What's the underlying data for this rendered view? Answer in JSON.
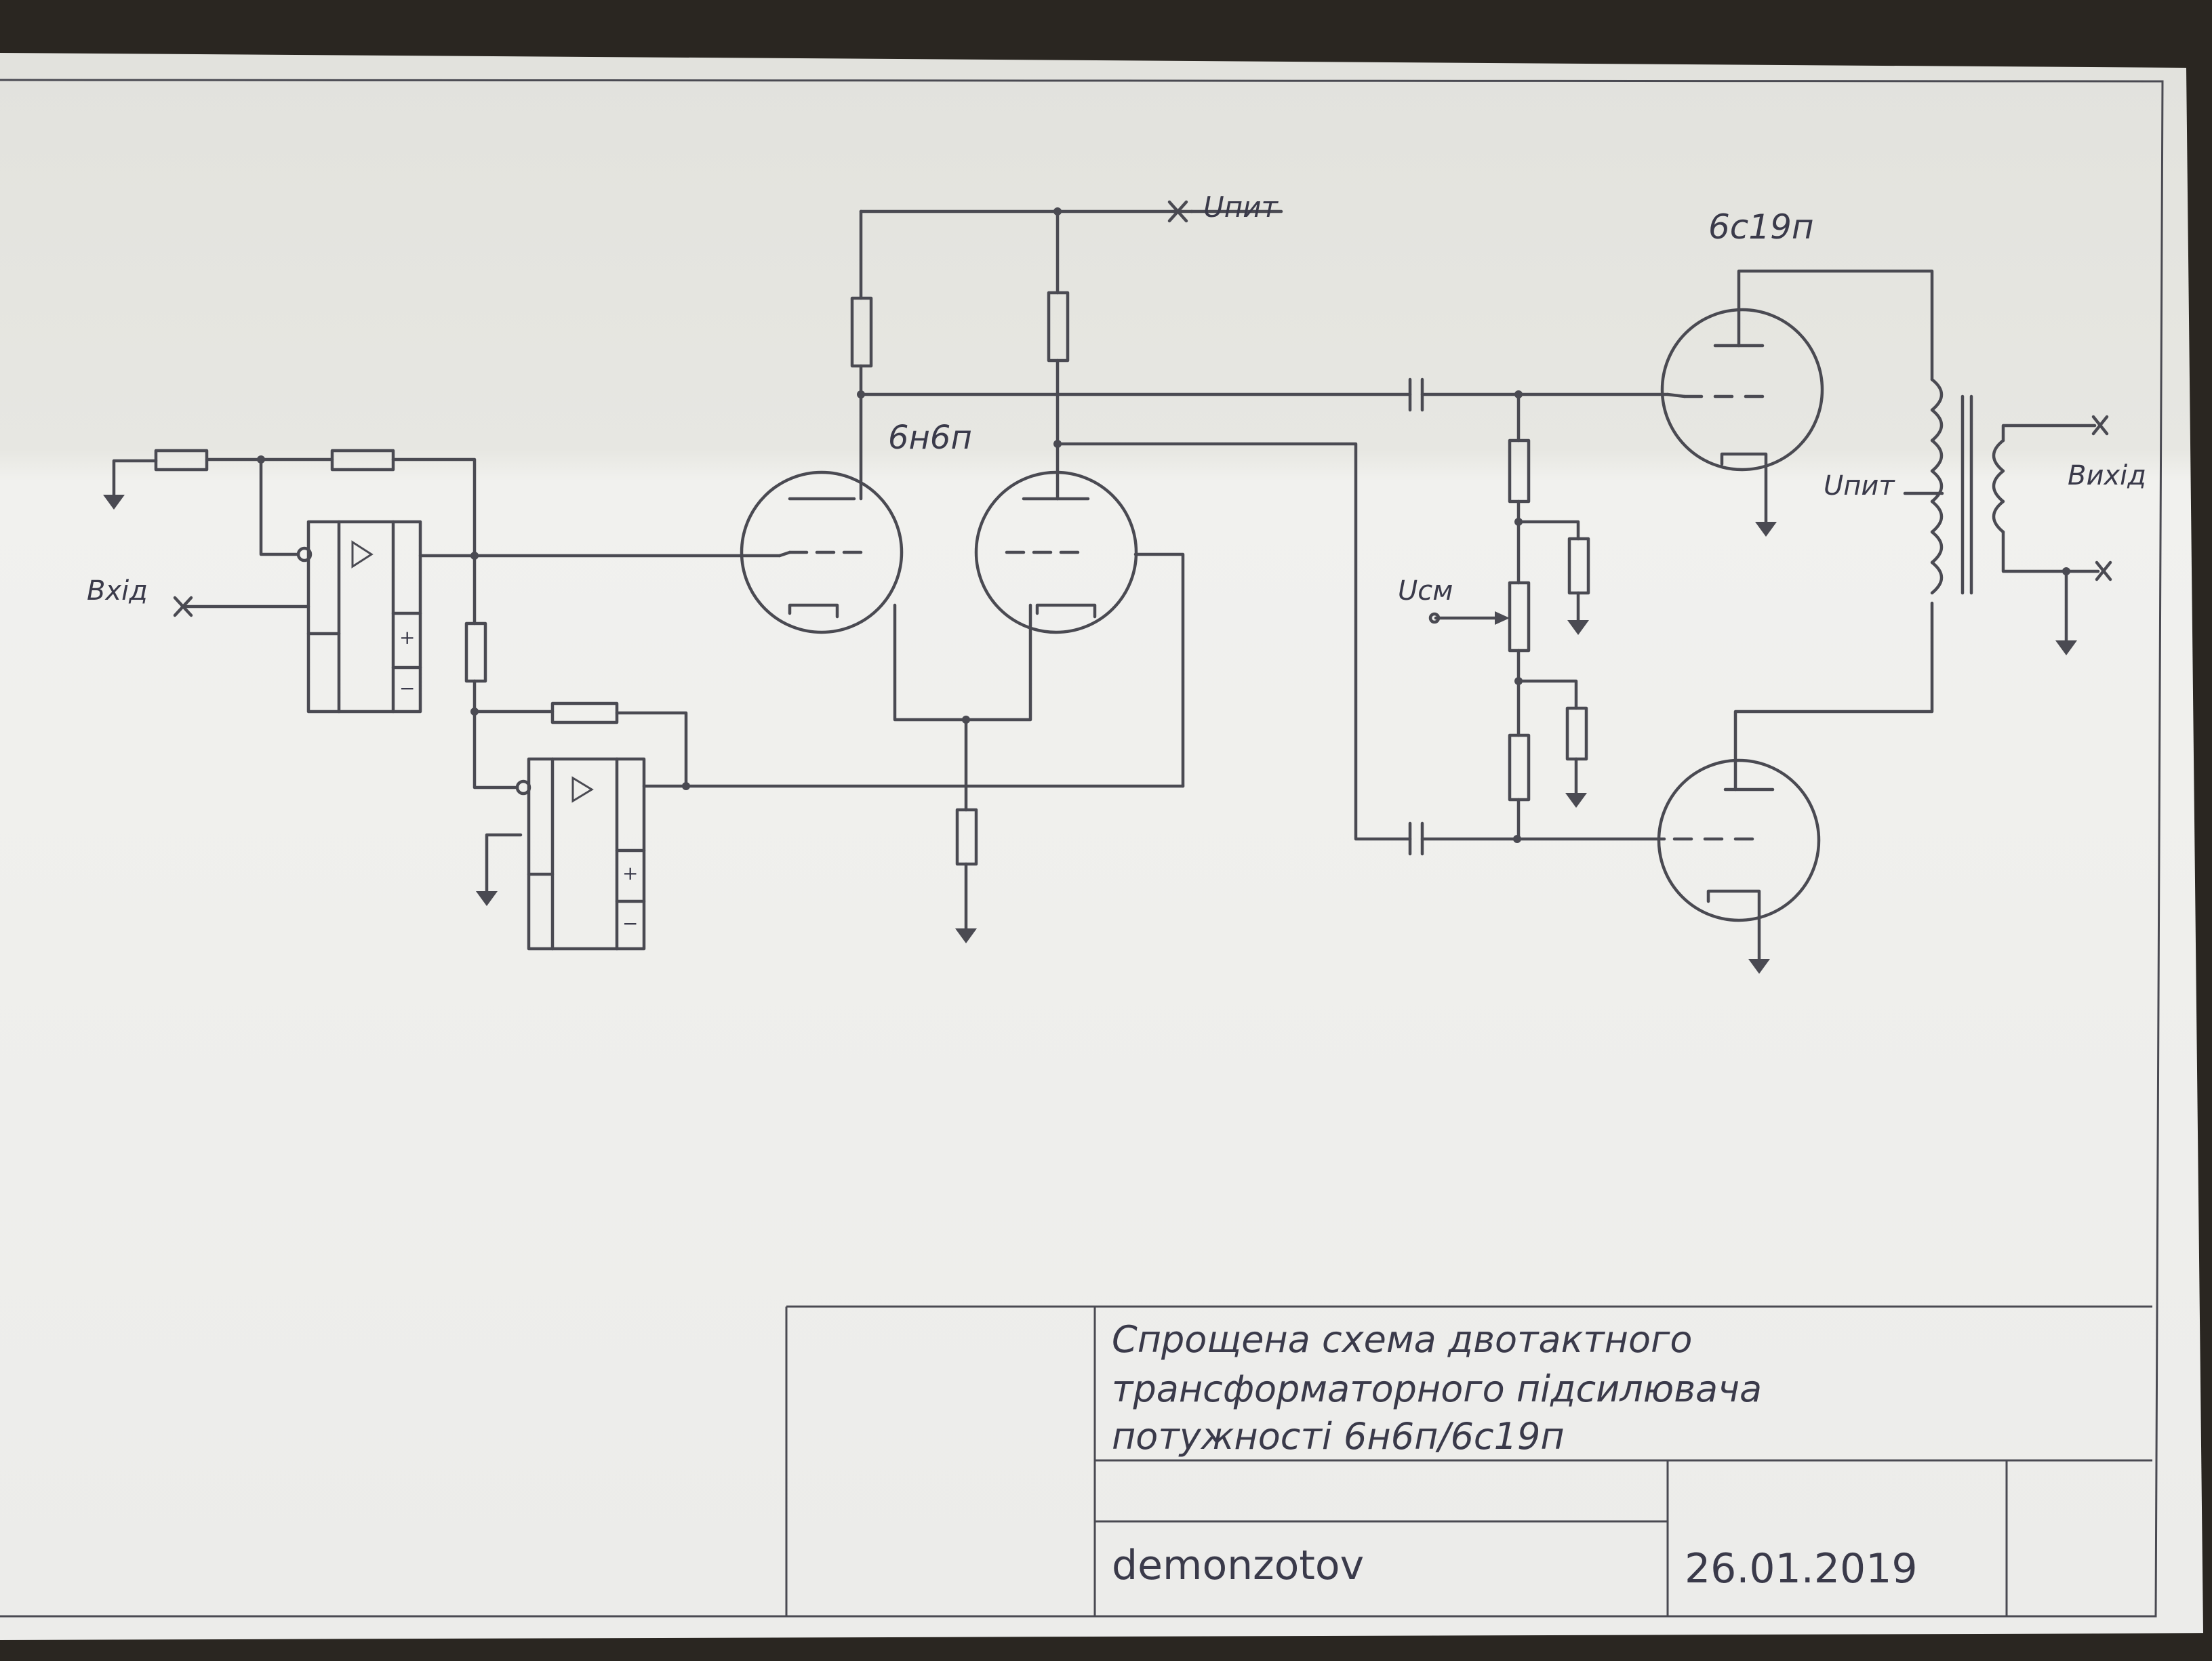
{
  "labels": {
    "input": "Вхід",
    "supply_top": "Uпит",
    "supply_transformer": "Uпит",
    "bias": "Uсм",
    "output": "Вихід",
    "driver_tube": "6н6п",
    "power_tube": "6с19п",
    "plus": "+",
    "minus": "−"
  },
  "title_block": {
    "title_line_1": "Спрощена схема двотактного",
    "title_line_2": "трансформаторного підсилювача",
    "title_line_3": "потужності 6н6п/6с19п",
    "author": "demonzotov",
    "date": "26.01.2019"
  }
}
